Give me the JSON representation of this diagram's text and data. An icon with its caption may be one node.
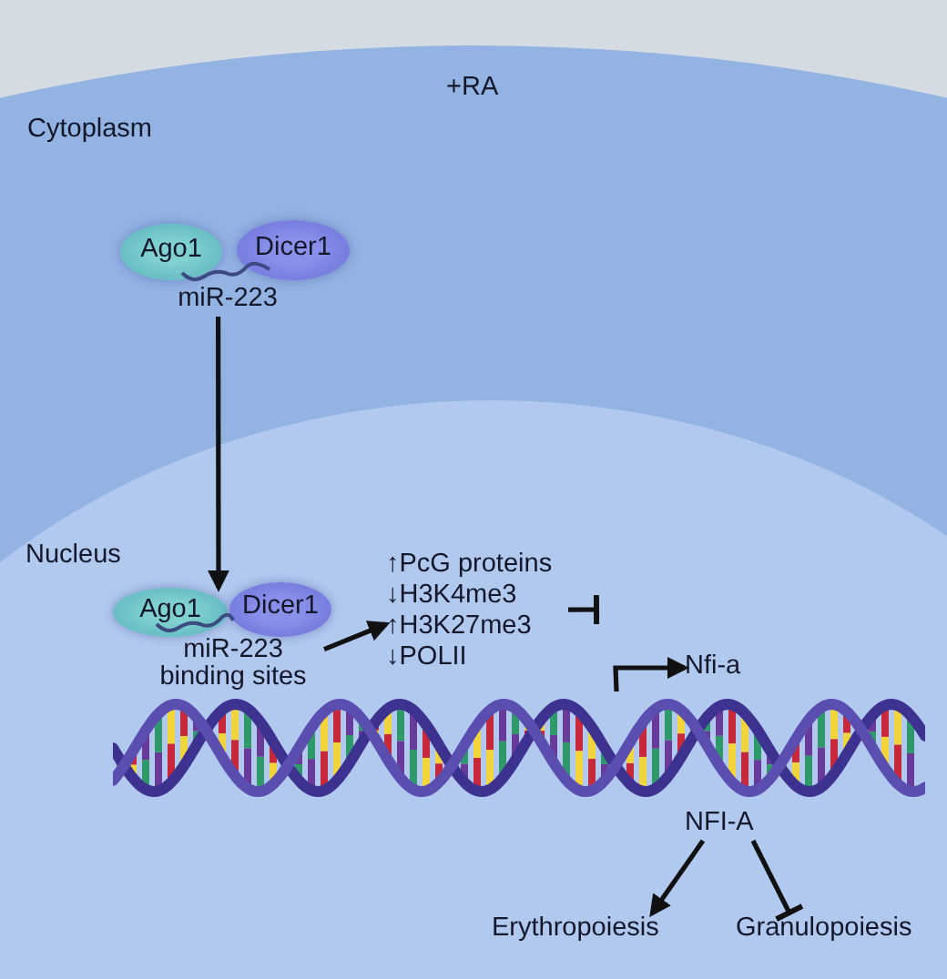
{
  "diagram": {
    "nodes": [
      {
        "text": [
          "Cytoplasm"
        ]
      },
      {
        "text": [
          "Nucleus"
        ],
        "in": 0
      },
      {
        "text": [
          "Ago1"
        ],
        "in": 0
      },
      {
        "text": [
          "Dicer1"
        ],
        "in": 0
      },
      {
        "text": [
          "miR-223"
        ],
        "in": 0
      },
      {
        "text": [
          "Ago1"
        ],
        "in": 1
      },
      {
        "text": [
          "Dicer1"
        ],
        "in": 1
      },
      {
        "text": [
          "miR-223 binding sites"
        ],
        "in": 1
      },
      {
        "text": [
          "↑PcG proteins",
          "↓H3K4me3",
          "↑H3K27me3",
          "↓POLII"
        ],
        "in": 1
      },
      {
        "text": [],
        "shape": "picture",
        "in": 1
      },
      {
        "text": [
          "Nfi-a"
        ],
        "in": 1
      },
      {
        "text": [
          "NFI-A"
        ],
        "in": 1
      },
      {
        "text": [
          "Erythropoiesis"
        ],
        "in": 1
      },
      {
        "text": [
          "Granulopoiesis"
        ],
        "in": 1
      }
    ],
    "edges": [
      {
        "from": 4,
        "to": 5,
        "arrow": "to"
      },
      {
        "from": 7,
        "to": 8,
        "arrow": "to"
      },
      {
        "from": 8,
        "to": null,
        "arrow": "other"
      },
      {
        "from": 9,
        "to": 10,
        "arrow": "to"
      },
      {
        "from": 11,
        "to": 12,
        "arrow": "to"
      },
      {
        "from": 11,
        "to": 13,
        "arrow": "other"
      }
    ],
    "labels": [
      "+RA"
    ]
  }
}
